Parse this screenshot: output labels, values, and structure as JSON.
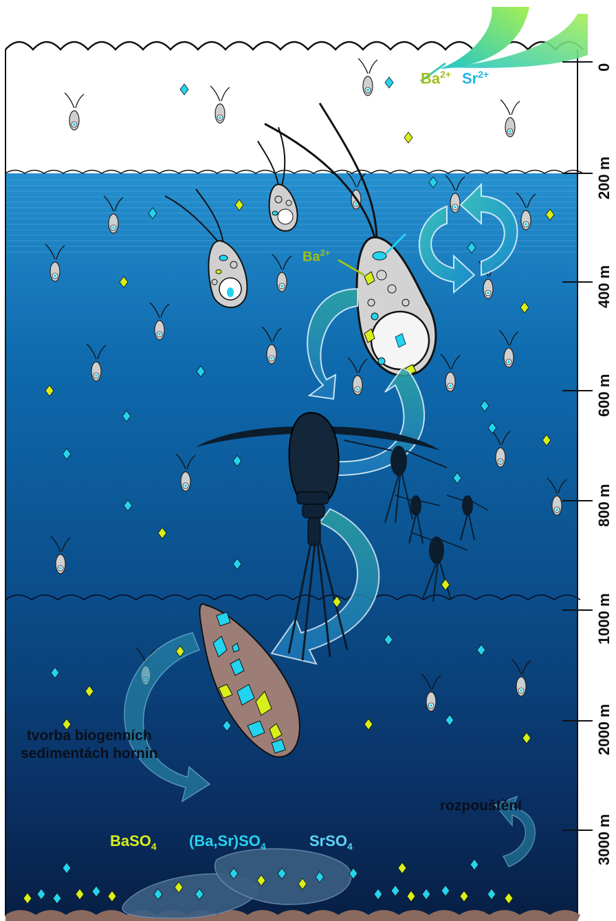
{
  "colors": {
    "surface_water": "#ffffff",
    "ocean_top": "#1d82c4",
    "ocean_mid": "#0b5b9b",
    "ocean_deep": "#0a2b55",
    "sediment": "#8a6a5e",
    "baso4": "#d8ef1a",
    "srso4": "#23d3ef",
    "ba_label": "#9fbf1a",
    "sr_label": "#1fb8e6",
    "arrow_fill": "#2bb6b0",
    "plant": "#8fe85a"
  },
  "ions": {
    "ba_surface": {
      "base": "Ba",
      "charge": "2+"
    },
    "sr_surface": {
      "base": "Sr",
      "charge": "2+"
    },
    "ba_cell": {
      "base": "Ba",
      "charge": "2+"
    }
  },
  "minerals": {
    "baso4": {
      "base": "BaSO",
      "sub": "4"
    },
    "mixed": {
      "base": "(Ba,Sr)SO",
      "sub": "4"
    },
    "srso4": {
      "base": "SrSO",
      "sub": "4"
    }
  },
  "text": {
    "biogenic_line1": "tvorba biogenních",
    "biogenic_line2": "sedimentách hornin",
    "dissolution": "rozpouštění"
  },
  "depth_scale": [
    "0",
    "200 m",
    "400 m",
    "600 m",
    "800 m",
    "1000 m",
    "2000 m",
    "3000 m"
  ],
  "icons": [
    "flagellate-icon",
    "copepod-icon",
    "fecal-pellet-icon",
    "crystal-icon",
    "cycle-arrow-icon",
    "plant-leaf-icon"
  ]
}
